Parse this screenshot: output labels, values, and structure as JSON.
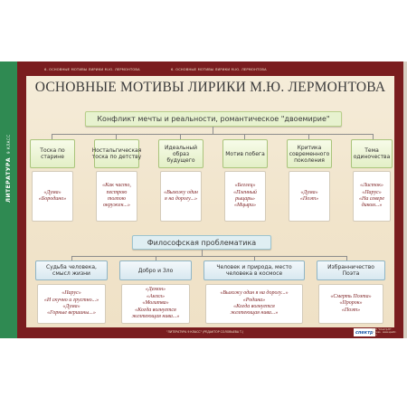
{
  "subject": {
    "label": "ЛИТЕРАТУРА",
    "grade": "9 КЛАСС"
  },
  "header_small": {
    "left": "6. ОСНОВНЫЕ МОТИВЫ ЛИРИКИ М.Ю. ЛЕРМОНТОВА",
    "right": "6. ОСНОВНЫЕ МОТИВЫ ЛИРИКИ М.Ю. ЛЕРМОНТОВА"
  },
  "footer_small": "\"ЛИТЕРАТУРА 9 КЛАСС\" (РЕДАКТОР СОЛОВЬЕВА Т.)",
  "publisher": {
    "logo": "спектр",
    "text": "ООО \"Спектр-М\" · Москва · www.spektr-m.ru"
  },
  "title": "ОСНОВНЫЕ МОТИВЫ ЛИРИКИ М.Ю. ЛЕРМОНТОВА",
  "conflict": {
    "title": "Конфликт мечты и реальности, романтическое \"двоемирие\"",
    "items": [
      {
        "label": "Тоска по старине",
        "quotes": [
          "«Дума»",
          "«Бородино»"
        ]
      },
      {
        "label": "Ностальгическая тоска по детству",
        "quotes": [
          "«Как часто,",
          "пестрою толпою",
          "окружен...»"
        ]
      },
      {
        "label": "Идеальный образ будущего",
        "quotes": [
          "«Выхожу один",
          "я на дорогу...»"
        ]
      },
      {
        "label": "Мотив побега",
        "quotes": [
          "«Беглец»",
          "«Пленный рыцарь»",
          "«Мцыри»"
        ]
      },
      {
        "label": "Критика современного поколения",
        "quotes": [
          "«Дума»",
          "«Поэт»"
        ]
      },
      {
        "label": "Тема одиночества",
        "quotes": [
          "«Листок»",
          "«Парус»",
          "«На севере",
          "диком...»"
        ]
      }
    ]
  },
  "philosophy": {
    "title": "Философская проблематика",
    "items": [
      {
        "label": "Судьба человека, смысл жизни",
        "quotes": [
          "«Парус»",
          "«И скучно и грустно...»",
          "«Дума»",
          "«Горные вершины...»"
        ]
      },
      {
        "label": "Добро и Зло",
        "quotes": [
          "«Демон»",
          "«Ангел»",
          "«Молитва»",
          "«Когда волнуется",
          "желтеющая нива...»"
        ]
      },
      {
        "label": "Человек и природа, место человека в космосе",
        "quotes": [
          "«Выхожу один я на дорогу...»",
          "«Родина»",
          "«Когда волнуется",
          "желтеющая нива...»"
        ]
      },
      {
        "label": "Избранничество Поэта",
        "quotes": [
          "«Смерть Поэта»",
          "«Пророк»",
          "«Поэт»"
        ]
      }
    ]
  },
  "colors": {
    "frame": "#7a1d1f",
    "strip": "#2f8a52",
    "paper": "#f3e7cf",
    "quote_text": "#7a1d1f"
  }
}
